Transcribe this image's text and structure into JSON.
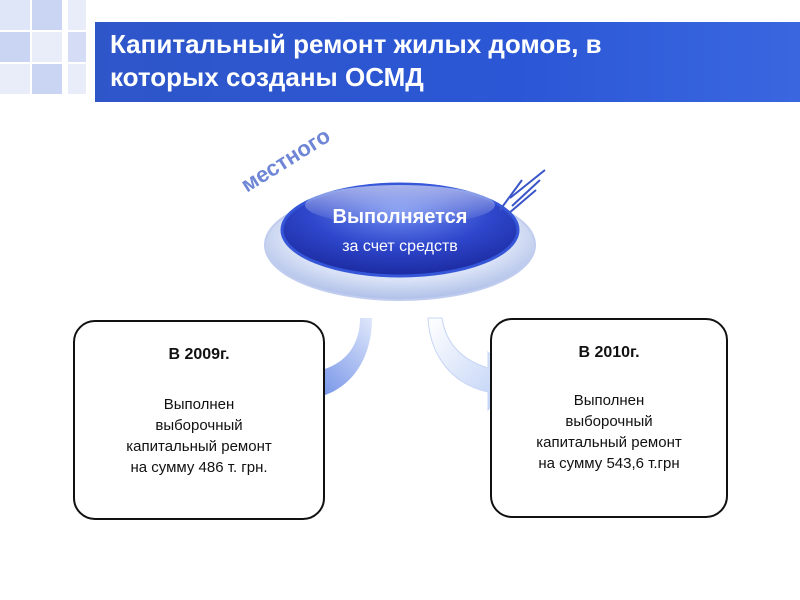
{
  "title": {
    "line1": "Капитальный ремонт жилых домов, в",
    "line2": "которых созданы ОСМД"
  },
  "center": {
    "main": "Выполняется",
    "sub": "за счет средств",
    "arc": "местного"
  },
  "boxes": [
    {
      "year": "В 2009г.",
      "lines": [
        "Выполнен",
        "выборочный",
        "капитальный ремонт",
        "на сумму 486 т. грн."
      ]
    },
    {
      "year": "В 2010г.",
      "lines": [
        "Выполнен",
        "выборочный",
        "капитальный ремонт",
        "на сумму 543,6 т.грн"
      ]
    }
  ],
  "colors": {
    "band": "#2b57d6",
    "oval": "#2e45c8",
    "arrow": "#4a74e0"
  }
}
